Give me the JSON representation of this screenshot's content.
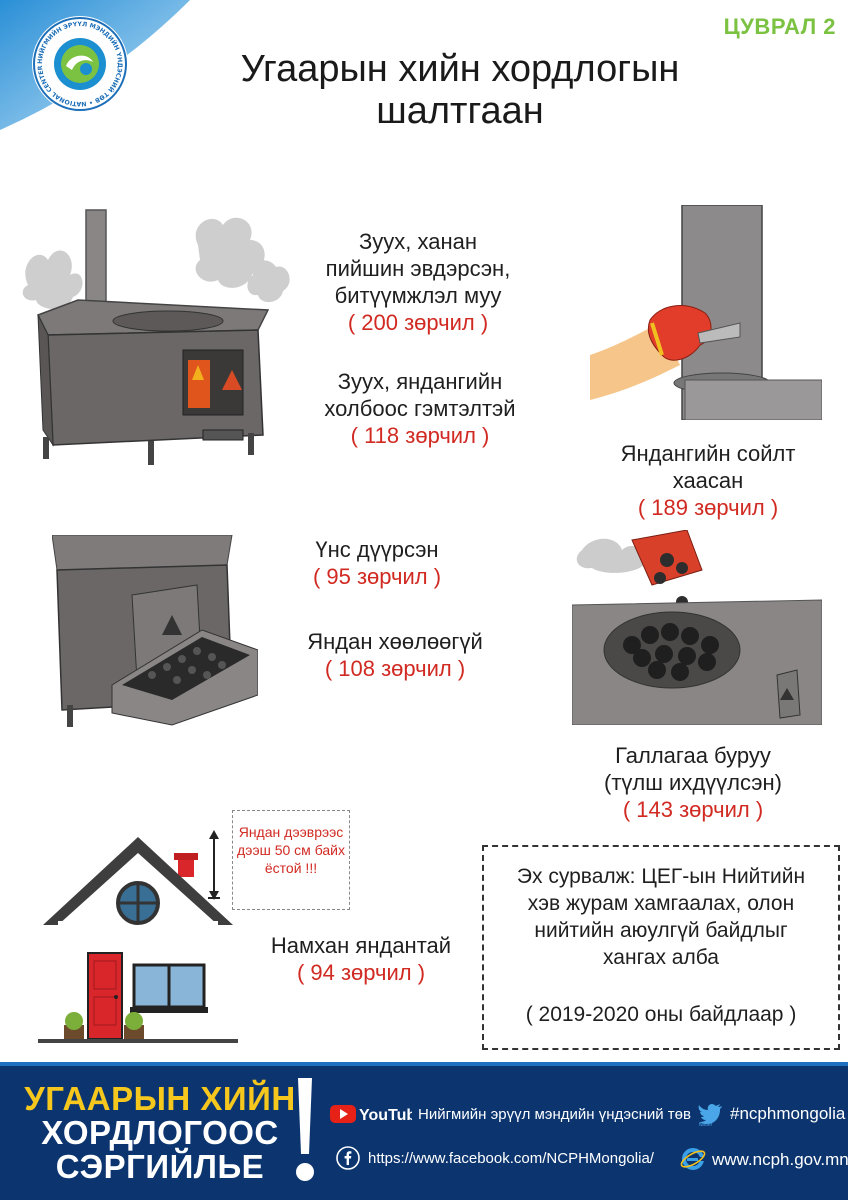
{
  "header": {
    "series_label": "ЦУВРАЛ 2",
    "title_line1": "Угаарын хийн хордлогын",
    "title_line2": "шалтгаан",
    "logo_ring_text": "НИЙГМИЙН ЭРҮҮЛ МЭНДИЙН ҮНДЭСНИЙ ТӨВ • NATIONAL CENTER FOR PUBLIC HEALTH •"
  },
  "causes": [
    {
      "label_lines": [
        "Зуух, ханан",
        "пийшин эвдэрсэн,",
        "битүүмжлэл муу"
      ],
      "count": "( 200 зөрчил )"
    },
    {
      "label_lines": [
        "Зуух, яндангийн",
        "холбоос гэмтэлтэй"
      ],
      "count": "( 118 зөрчил )"
    },
    {
      "label_lines": [
        "Яндангийн сойлт",
        "хаасан"
      ],
      "count": "( 189 зөрчил )"
    },
    {
      "label_lines": [
        "Үнс дүүрсэн"
      ],
      "count": "( 95 зөрчил )"
    },
    {
      "label_lines": [
        "Яндан хөөлөөгүй"
      ],
      "count": "( 108 зөрчил )"
    },
    {
      "label_lines": [
        "Галлагаа буруу",
        "(түлш ихдүүлсэн)"
      ],
      "count": "( 143 зөрчил )"
    },
    {
      "label_lines": [
        "Намхан яндантай"
      ],
      "count": "( 94 зөрчил )"
    }
  ],
  "chimney_note": {
    "lines": [
      "Яндан дээврээс",
      "дээш 50 см байх",
      "ёстой !!!"
    ]
  },
  "source": {
    "lines": [
      "Эх сурвалж: ЦЕГ-ын Нийтийн",
      "хэв журам хамгаалах, олон",
      "нийтийн аюулгүй байдлыг",
      "хангах алба"
    ],
    "period": "( 2019-2020 оны байдлаар )"
  },
  "footer": {
    "slogan_line1": "УГААРЫН ХИЙН",
    "slogan_line2": "ХОРДЛОГООС",
    "slogan_line3": "СЭРГИЙЛЬЕ",
    "youtube_logo": "YouTube",
    "youtube_channel": "Нийгмийн эрүүл мэндийн үндэсний төв",
    "twitter_handle": "#ncphmongolia",
    "twitter_logo": "twitter",
    "facebook_url": "https://www.facebook.com/NCPHMongolia/",
    "website": "www.ncph.gov.mn"
  },
  "colors": {
    "accent_red": "#d12a22",
    "series_green": "#7cc242",
    "footer_navy": "#0c3570",
    "slogan_yellow": "#f6c81e"
  },
  "icons": [
    "logo-icon",
    "youtube-icon",
    "twitter-icon",
    "facebook-icon",
    "internet-explorer-icon",
    "exclamation-icon"
  ]
}
